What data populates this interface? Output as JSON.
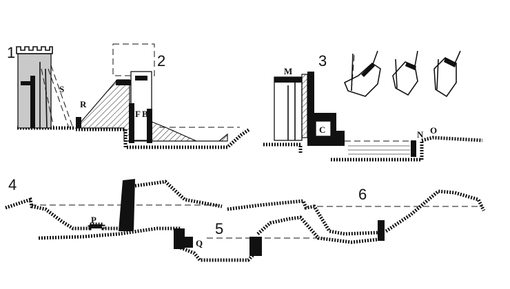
{
  "figure_numbers": [
    "1",
    "2",
    "3",
    "4",
    "5",
    "6"
  ],
  "labels": {
    "s": "S",
    "r": "R",
    "f": "F",
    "b": "B",
    "m": "M",
    "c": "C",
    "n": "N",
    "o": "O",
    "p": "P",
    "q": "Q"
  },
  "colors": {
    "ink": "#111111",
    "paper": "#ffffff",
    "wash": "#c9c9c9"
  }
}
